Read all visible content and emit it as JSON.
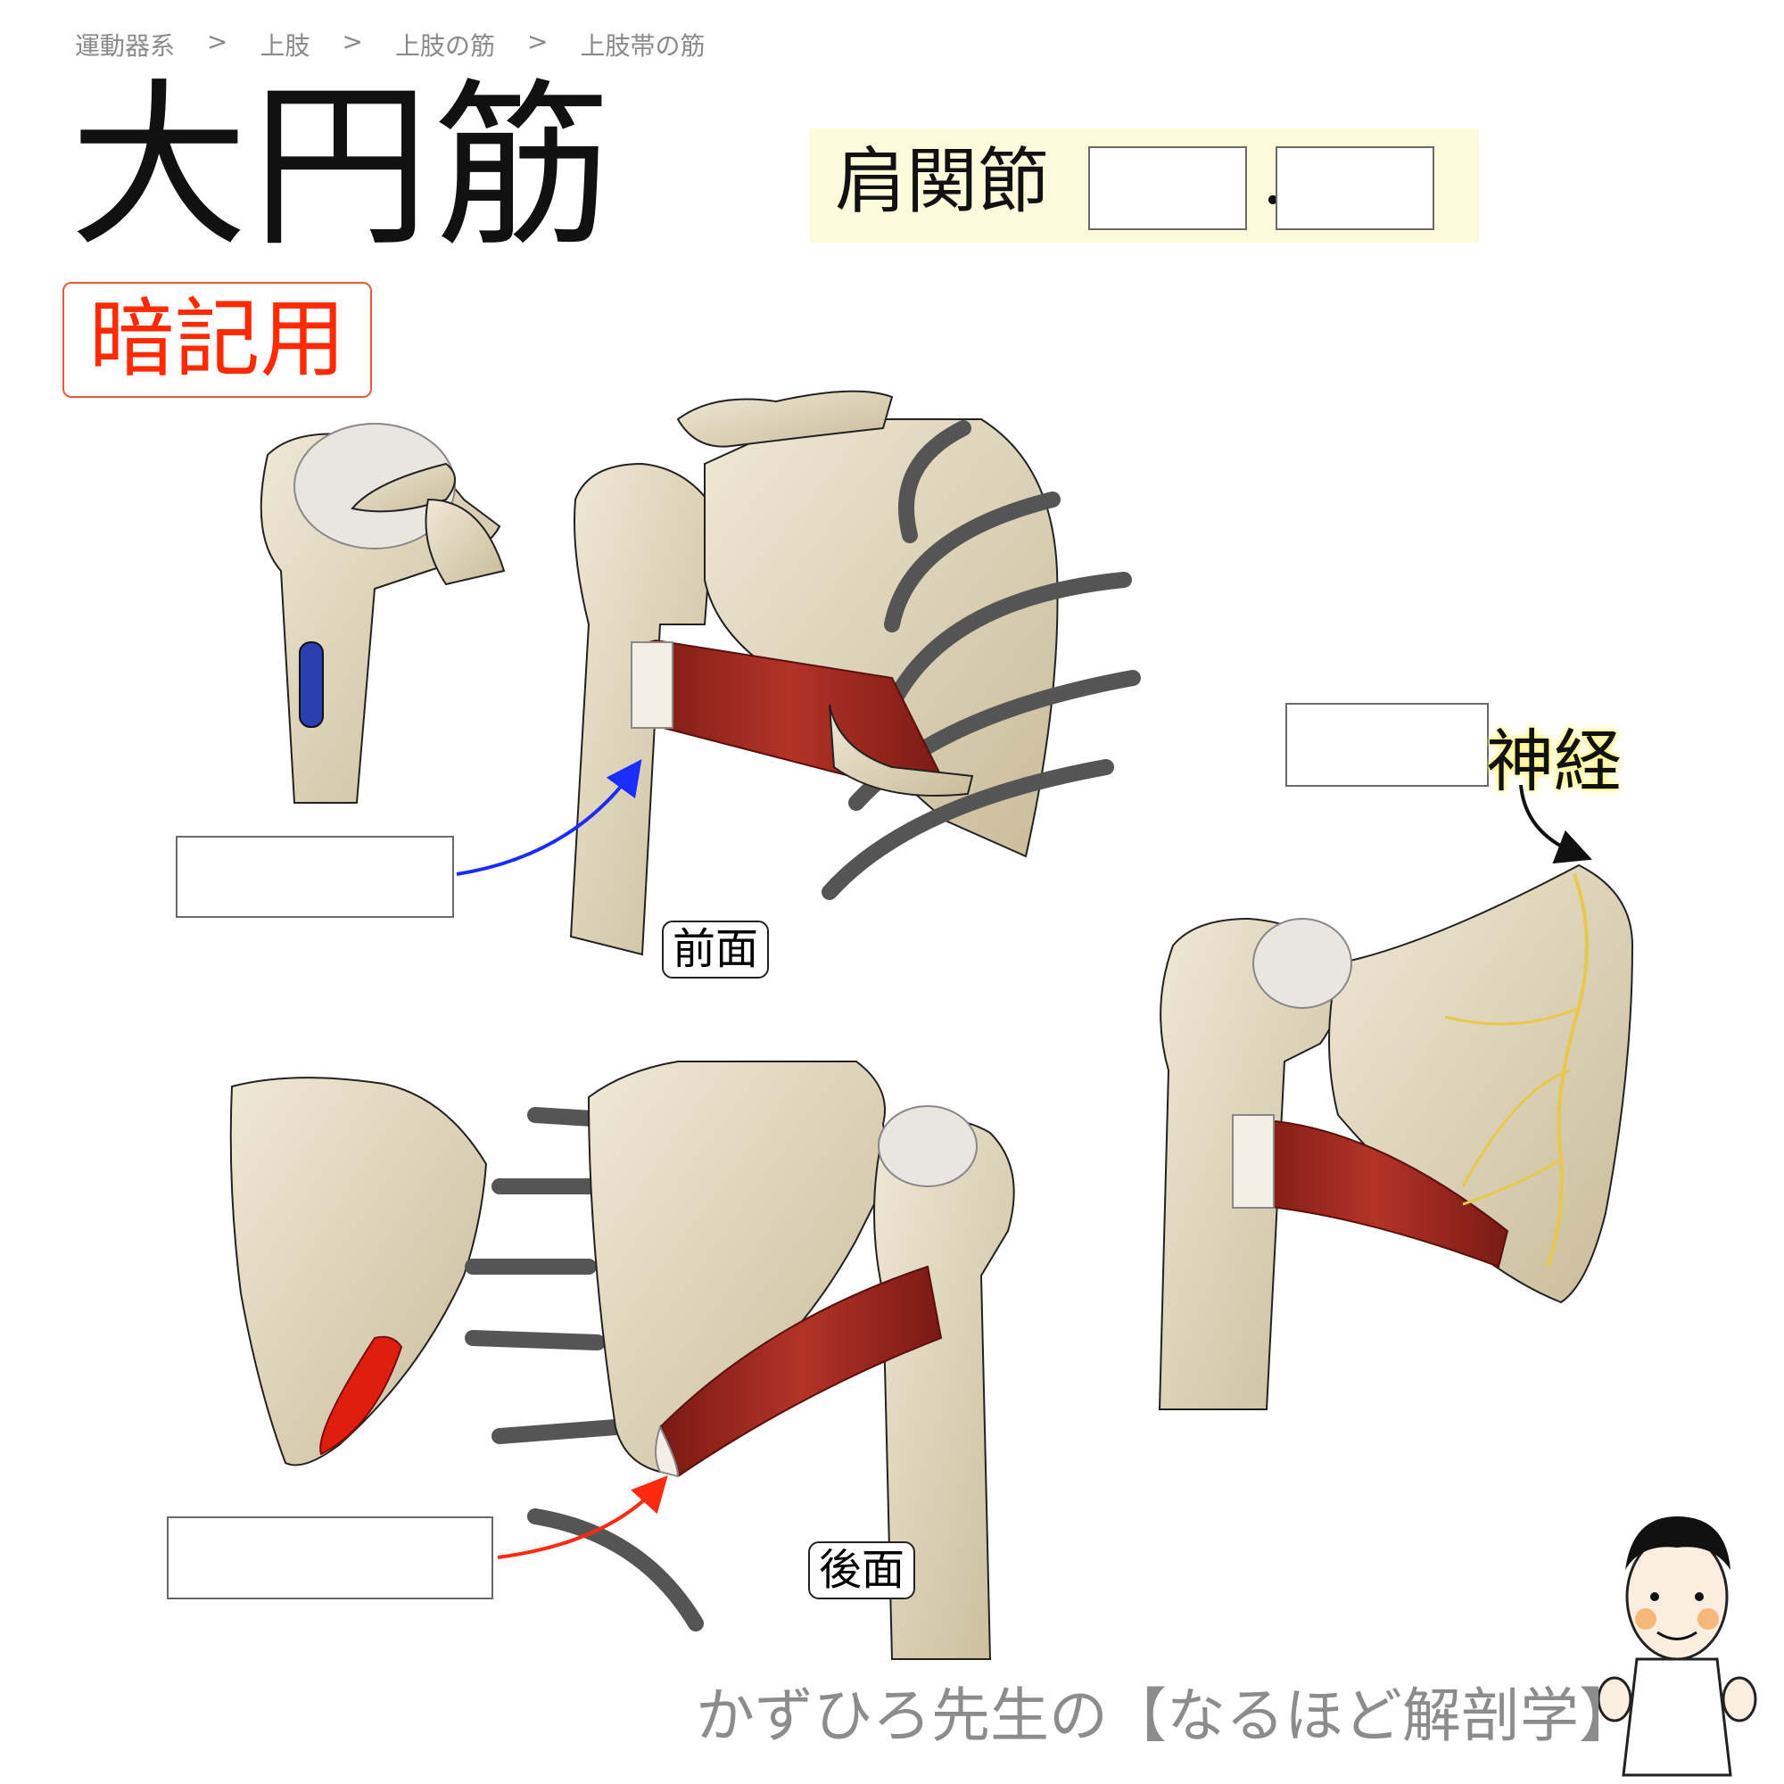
{
  "breadcrumb": [
    "運動器系",
    "上肢",
    "上肢の筋",
    "上肢帯の筋"
  ],
  "breadcrumb_sep": ">",
  "title": "大円筋",
  "memo_tag": "暗記用",
  "joint": {
    "label": "肩関節",
    "separator": "・"
  },
  "nerve_label": "神経",
  "views": {
    "front": "前面",
    "back": "後面"
  },
  "footer": "かずひろ先生の【なるほど解剖学】",
  "colors": {
    "bone": "#e2d8c0",
    "bone_shadow": "#b9ab8a",
    "muscle": "#a62b22",
    "insertion_mark": "#2a3fb0",
    "origin_mark": "#e01e10",
    "insertion_arrow": "#1a2cff",
    "origin_arrow": "#ff2a10",
    "nerve": "#e8c84a",
    "memo_red": "#ff2a00",
    "joint_bg": "#fdfbdc"
  }
}
